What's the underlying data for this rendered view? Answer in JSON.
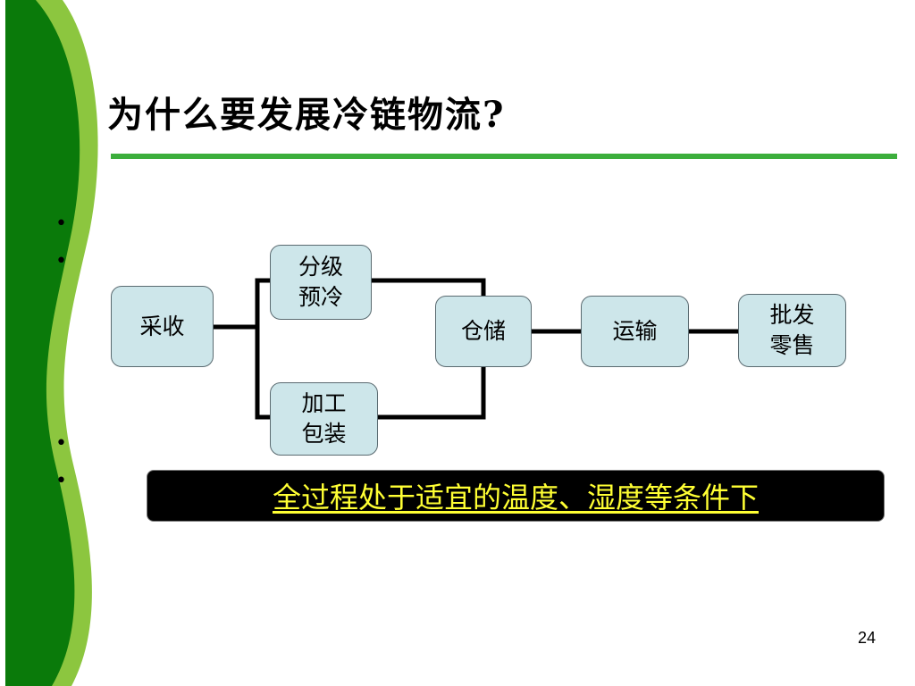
{
  "slide": {
    "title": "为什么要发展冷链物流?",
    "page_number": "24",
    "bullets": [
      "•",
      "•",
      "•",
      "•"
    ],
    "banner_text": "全过程处于适宜的温度、湿度等条件下"
  },
  "flow": {
    "nodes": [
      {
        "id": "caishou",
        "label": "采收"
      },
      {
        "id": "fenji",
        "label": "分级\n预冷"
      },
      {
        "id": "jiagong",
        "label": "加工\n包装"
      },
      {
        "id": "cangchu",
        "label": "仓储"
      },
      {
        "id": "yunshu",
        "label": "运输"
      },
      {
        "id": "pifa",
        "label": "批发\n零售"
      }
    ],
    "edges": [
      {
        "from": "caishou",
        "to": "fenji"
      },
      {
        "from": "caishou",
        "to": "jiagong"
      },
      {
        "from": "fenji",
        "to": "cangchu"
      },
      {
        "from": "jiagong",
        "to": "cangchu"
      },
      {
        "from": "cangchu",
        "to": "yunshu"
      },
      {
        "from": "yunshu",
        "to": "pifa"
      }
    ]
  },
  "colors": {
    "dark_green": "#0a7a0a",
    "light_green": "#8cc63f",
    "rule_green": "#3cae3c",
    "node_fill": "#cde6ea",
    "banner_bg": "#000000",
    "banner_text": "#ffff33"
  }
}
